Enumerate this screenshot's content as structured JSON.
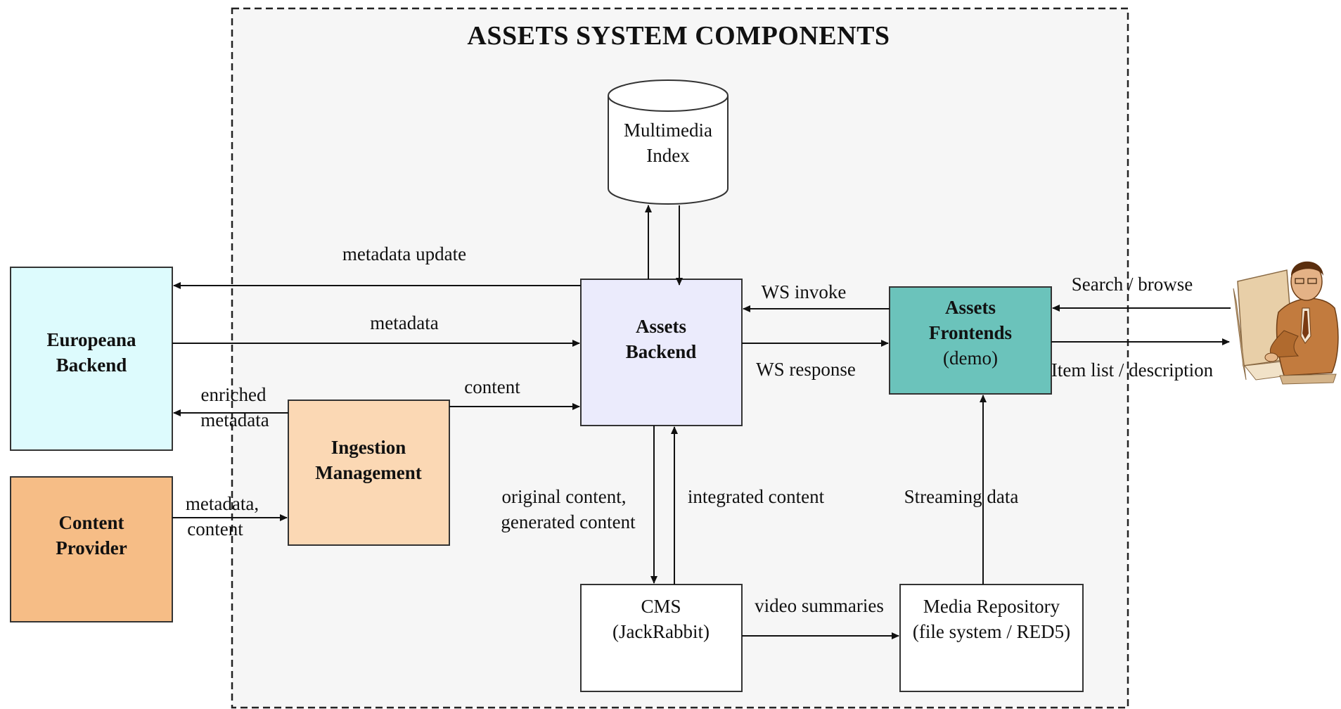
{
  "title": "ASSETS SYSTEM COMPONENTS",
  "colors": {
    "europeana": "#ddfbfd",
    "provider": "#f6bd86",
    "ingestion": "#fbd8b4",
    "backend": "#ebebfc",
    "frontends": "#6bc3bb",
    "plain": "#ffffff",
    "frame_bg": "#f6f6f6",
    "stroke": "#333333"
  },
  "nodes": {
    "europeana": {
      "line1": "Europeana",
      "line2": "Backend"
    },
    "provider": {
      "line1": "Content",
      "line2": "Provider"
    },
    "ingestion": {
      "line1": "Ingestion",
      "line2": "Management"
    },
    "backend": {
      "line1": "Assets",
      "line2": "Backend"
    },
    "frontends": {
      "line1": "Assets",
      "line2": "Frontends",
      "line3": "(demo)"
    },
    "index": {
      "line1": "Multimedia",
      "line2": "Index"
    },
    "cms": {
      "line1": "CMS",
      "line2": "(JackRabbit)"
    },
    "media": {
      "line1": "Media Repository",
      "line2": "(file system / RED5)"
    },
    "user_icon": "user-at-computer-icon"
  },
  "edges": {
    "metadata_update": "metadata update",
    "metadata": "metadata",
    "enriched_1": "enriched",
    "enriched_2": "metadata",
    "content": "content",
    "md_content_1": "metadata,",
    "md_content_2": "content",
    "ws_invoke": "WS invoke",
    "ws_response": "WS response",
    "search_browse": "Search / browse",
    "item_list": "Item list / description",
    "original_1": "original content,",
    "original_2": "generated content",
    "integrated": "integrated content",
    "streaming": "Streaming data",
    "video_summaries": "video summaries"
  }
}
